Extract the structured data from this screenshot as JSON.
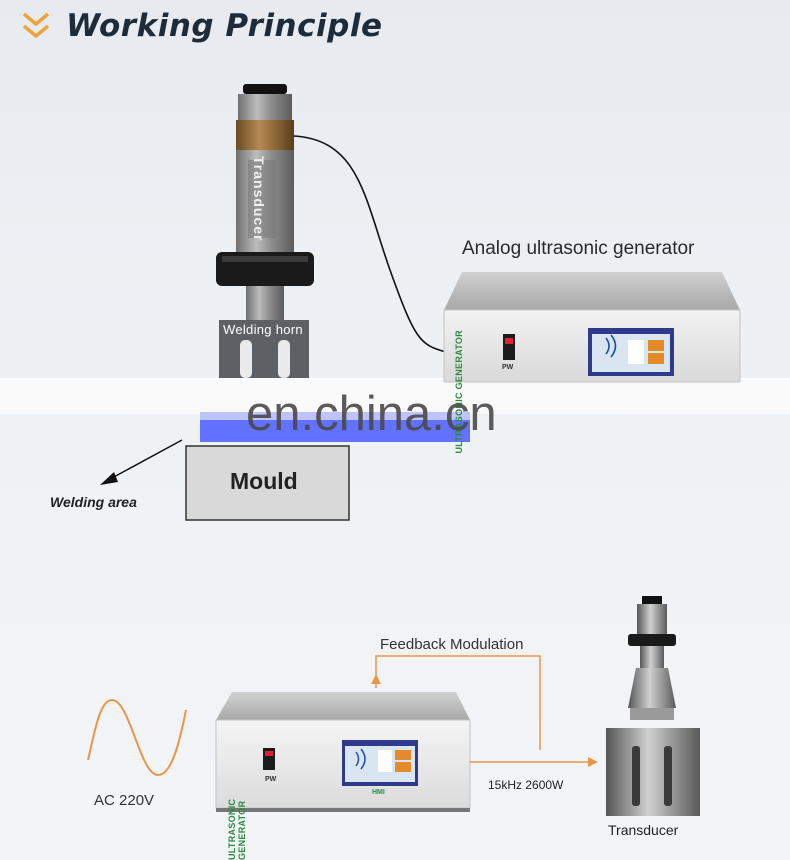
{
  "title": "Working Principle",
  "top_section": {
    "generator_title": "Analog ultrasonic generator",
    "transducer_label": "Transducer",
    "horn_label": "Welding horn",
    "mould_label": "Mould",
    "welding_area_label": "Welding area",
    "generator_side_text": "ULTRASONIC GENERATOR",
    "power_label": "PW"
  },
  "watermark": "en.china.cn",
  "bottom_section": {
    "feedback_label": "Feedback Modulation",
    "frequency_label": "15kHz 2600W",
    "ac_label": "AC 220V",
    "transducer_label": "Transducer",
    "generator_side_text": "ULTRASONIC GENERATOR",
    "power_label": "PW",
    "hmi_label": "HMI"
  },
  "colors": {
    "accent_orange": "#f0a23a",
    "arrow_orange": "#e8974a",
    "title_dark": "#1e2c3a",
    "green_text": "#2b8a3e",
    "weld_blue": "#4a5cff"
  }
}
